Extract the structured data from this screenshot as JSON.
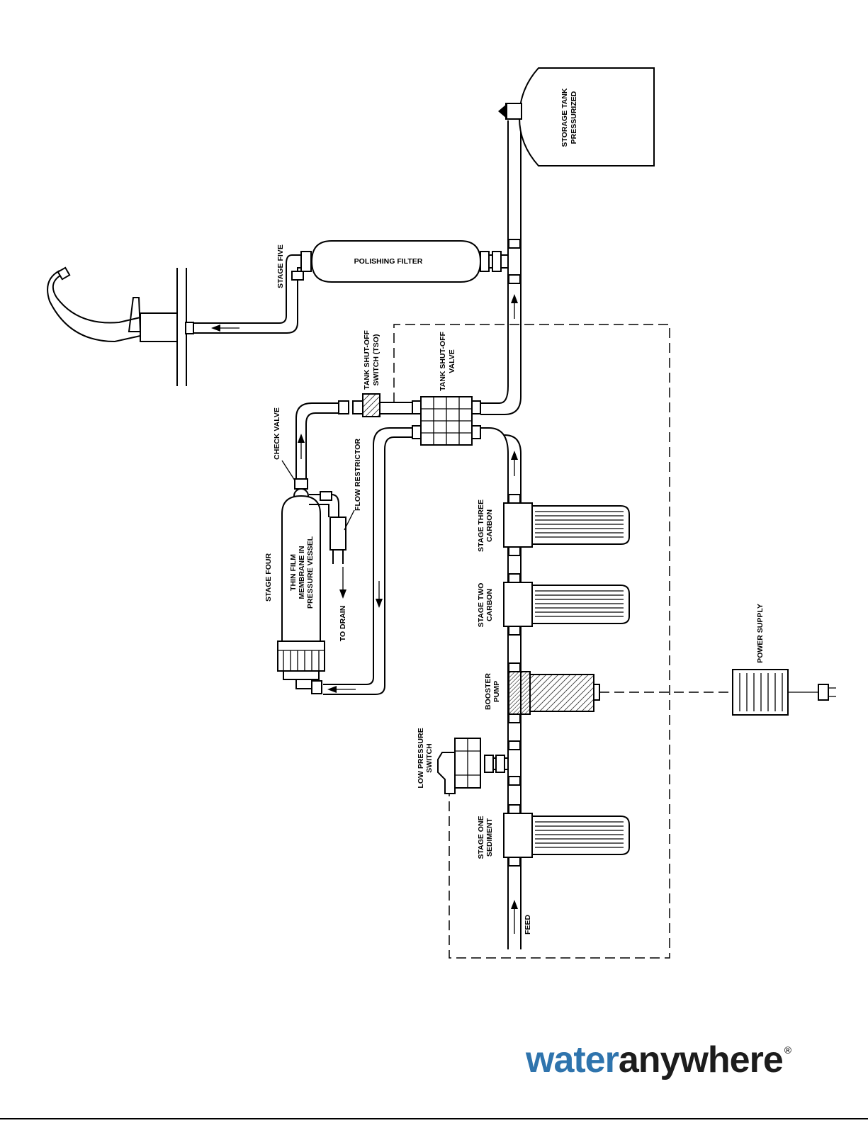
{
  "labels": {
    "storage_tank_1": "STORAGE TANK",
    "storage_tank_2": "PRESSURIZED",
    "polishing_filter": "POLISHING FILTER",
    "stage_five": "STAGE FIVE",
    "tso_1": "TANK SHUT-OFF",
    "tso_2": "SWITCH (TSO)",
    "tsv_1": "TANK SHUT-OFF",
    "tsv_2": "VALVE",
    "check_valve": "CHECK VALVE",
    "flow_restrictor": "FLOW RESTRICTOR",
    "stage_four": "STAGE FOUR",
    "membrane_1": "THIN FILM",
    "membrane_2": "MEMBRANE IN",
    "membrane_3": "PRESSURE VESSEL",
    "to_drain": "TO DRAIN",
    "stage_three_1": "STAGE THREE",
    "stage_three_2": "CARBON",
    "stage_two_1": "STAGE TWO",
    "stage_two_2": "CARBON",
    "booster_pump_1": "BOOSTER",
    "booster_pump_2": "PUMP",
    "power_supply": "POWER SUPPLY",
    "low_pressure_1": "LOW PRESSURE",
    "low_pressure_2": "SWITCH",
    "stage_one_1": "STAGE ONE",
    "stage_one_2": "SEDIMENT",
    "feed": "FEED"
  },
  "logo": {
    "part1": "water",
    "part2": "anywhere",
    "registered": "®",
    "color_water": "#2f74ad",
    "color_anywhere": "#1c1c1c"
  }
}
